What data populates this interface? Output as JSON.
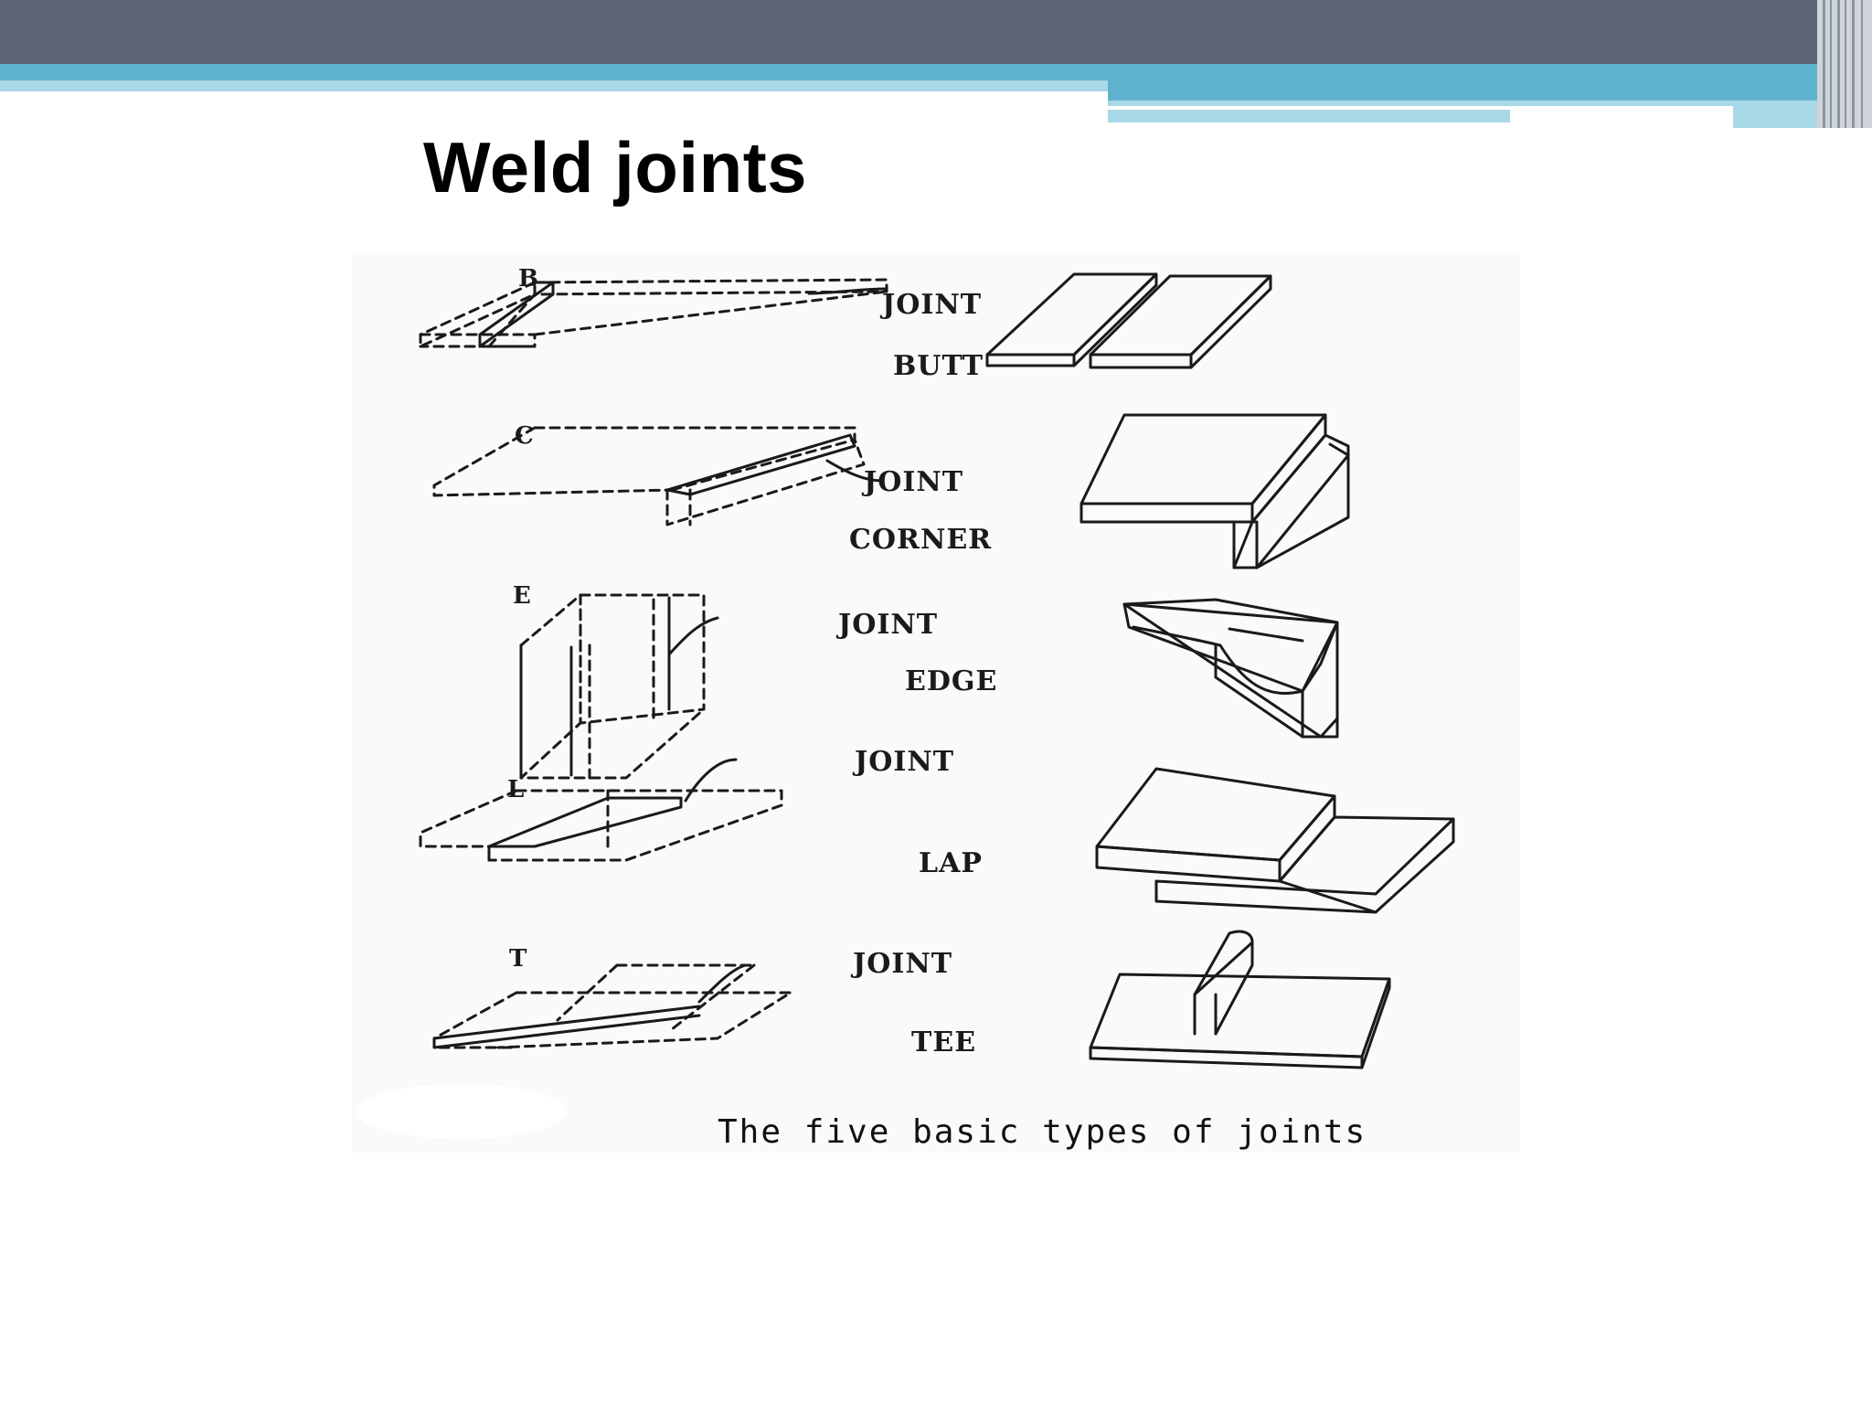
{
  "slide": {
    "title": "Weld joints"
  },
  "figure": {
    "caption": "The five basic types of joints",
    "joint_word": "JOINT",
    "joints": [
      {
        "letter": "B",
        "name": "BUTT"
      },
      {
        "letter": "C",
        "name": "CORNER"
      },
      {
        "letter": "E",
        "name": "EDGE"
      },
      {
        "letter": "L",
        "name": "LAP"
      },
      {
        "letter": "T",
        "name": "TEE"
      }
    ]
  },
  "colors": {
    "header": "#5b6477",
    "accent": "#5fb2cd",
    "accent_light": "#a9d8e6",
    "line": "#1a1a1a"
  }
}
